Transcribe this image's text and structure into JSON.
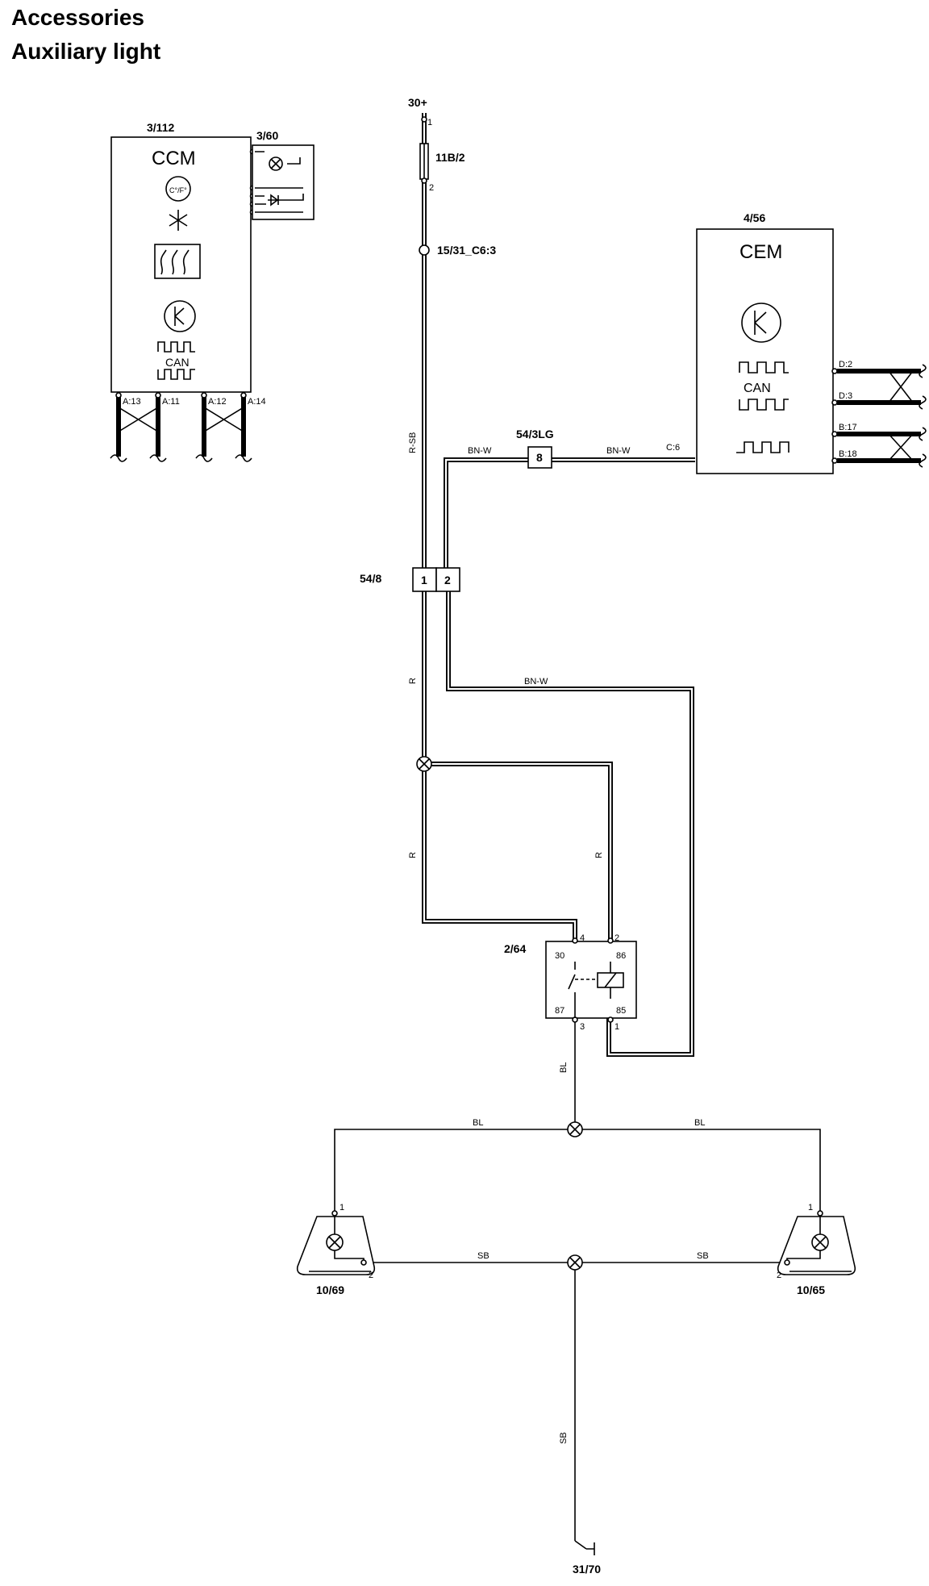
{
  "header": {
    "title": "Accessories",
    "subtitle": "Auxiliary light"
  },
  "components": {
    "ccm": {
      "id": "3/112",
      "name": "CCM",
      "can": "CAN",
      "pins": [
        "A:13",
        "A:11",
        "A:12",
        "A:14"
      ]
    },
    "ccm_panel": {
      "id": "3/60"
    },
    "temp_icon": "C°/F°",
    "cem": {
      "id": "4/56",
      "name": "CEM",
      "can": "CAN",
      "pins": [
        "D:2",
        "D:3",
        "B:17",
        "B:18"
      ],
      "pin_c6": "C:6"
    },
    "supply": {
      "label": "30+"
    },
    "fuse": {
      "id": "11B/2",
      "pin1": "1",
      "pin2": "2"
    },
    "splice_top": {
      "id": "15/31_C6:3"
    },
    "connector_3lg": {
      "id": "54/3LG",
      "pin": "8"
    },
    "connector_548": {
      "id": "54/8",
      "pin1": "1",
      "pin2": "2"
    },
    "relay": {
      "id": "2/64",
      "pins": {
        "p4": "4",
        "p2": "2",
        "p3": "3",
        "p1": "1"
      },
      "terminals": {
        "t30": "30",
        "t86": "86",
        "t87": "87",
        "t85": "85"
      }
    },
    "lamp_left": {
      "id": "10/69",
      "pin1": "1",
      "pin2": "2"
    },
    "lamp_right": {
      "id": "10/65",
      "pin1": "1",
      "pin2": "2"
    },
    "ground": {
      "id": "31/70"
    }
  },
  "wires": {
    "r_sb": "R-SB",
    "bn_w_left": "BN-W",
    "bn_w_right": "BN-W",
    "bn_w_loop": "BN-W",
    "r_upper": "R",
    "r_lower": "R",
    "r_right": "R",
    "bl_vertical": "BL",
    "bl_left": "BL",
    "bl_right": "BL",
    "sb_left": "SB",
    "sb_right": "SB",
    "sb_vertical": "SB"
  }
}
